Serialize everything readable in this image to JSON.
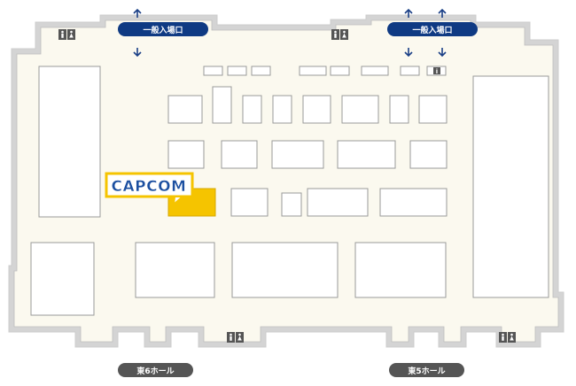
{
  "entrance_label": "一般入場口",
  "halls": {
    "east6": "東6ホール",
    "east5": "東5ホール"
  },
  "exhibitor_logo": "CAPCOM",
  "info_icon": "i",
  "colors": {
    "floor": "#fbf9ef",
    "wall": "#d4d4d4",
    "wall_shadow": "#cfcfcf",
    "booth_border": "#9a9a9a",
    "entrance_pill": "#0f3a83",
    "hall_pill": "#555555",
    "capcom_yellow": "#f5c400",
    "capcom_blue": "#1b4fa0",
    "toilet_icon": "#555555"
  },
  "icons": [
    "toilet-icon",
    "info-icon",
    "arrow-up-icon",
    "arrow-down-icon"
  ]
}
